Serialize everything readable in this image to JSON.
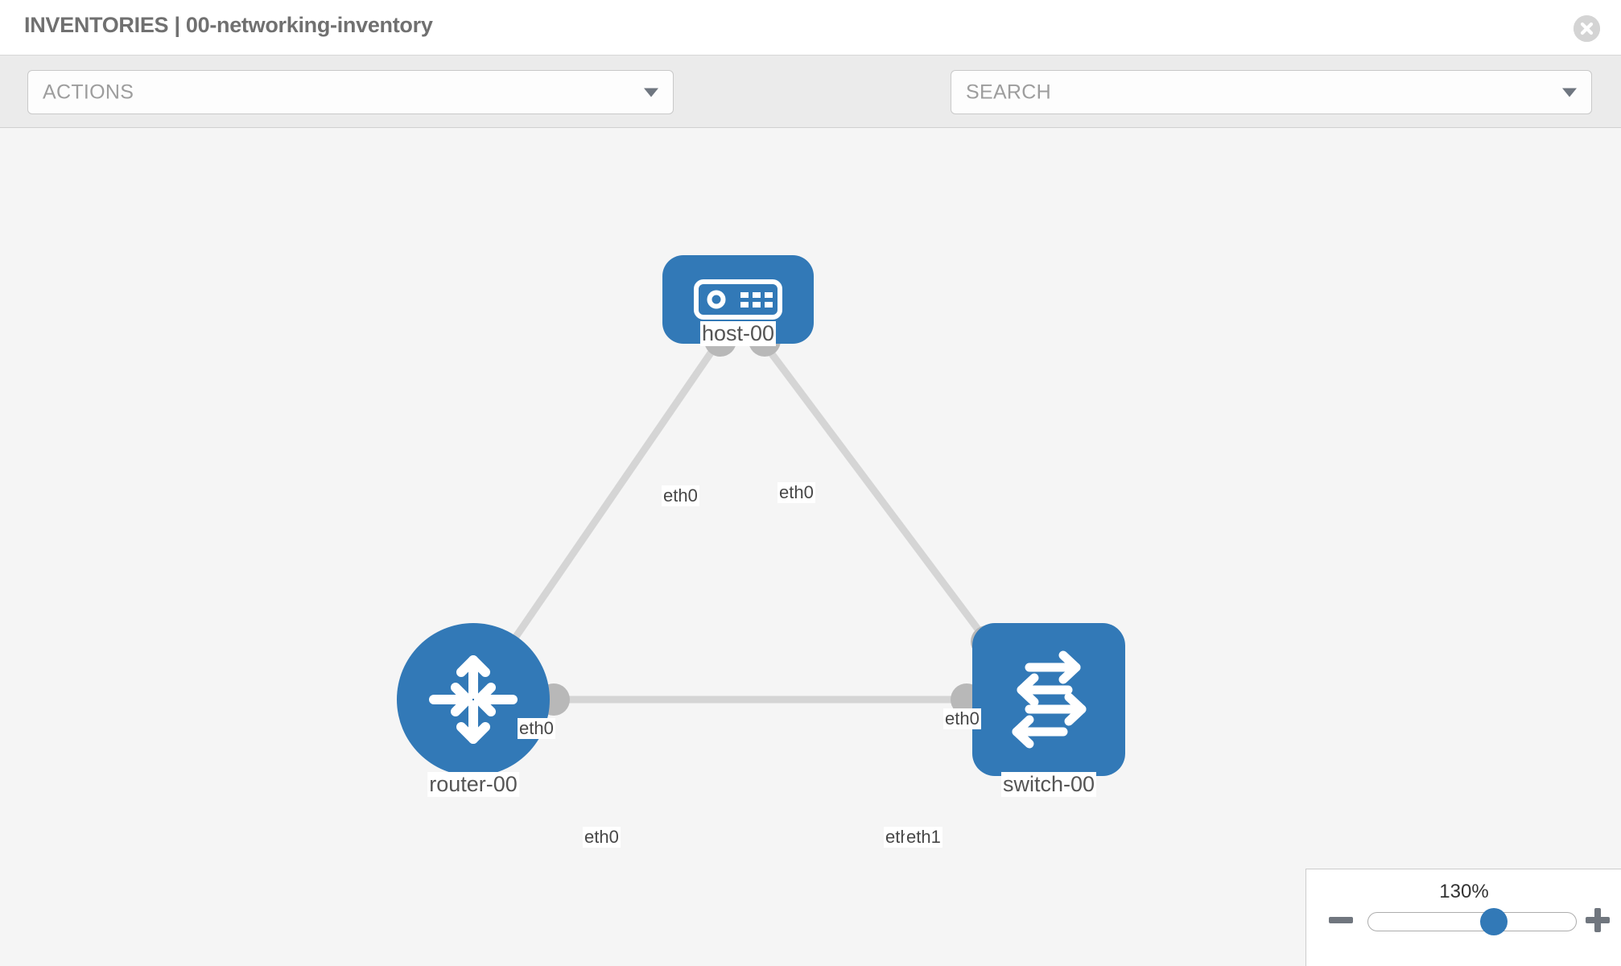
{
  "header": {
    "title": "INVENTORIES | 00-networking-inventory",
    "close_icon": "close-circle-icon"
  },
  "toolbar": {
    "actions": {
      "label": "ACTIONS",
      "caret_icon": "chevron-down-icon"
    },
    "wrench_icon": "wrench-icon",
    "key_icon": "key-icon",
    "search": {
      "placeholder": "SEARCH",
      "value": "SEARCH",
      "caret_icon": "chevron-down-icon"
    }
  },
  "topology": {
    "nodes": [
      {
        "id": "host-00",
        "label": "host-00",
        "type": "host",
        "icon": "server-icon",
        "shape": "rounded-rect",
        "color": "#3279b7"
      },
      {
        "id": "router-00",
        "label": "router-00",
        "type": "router",
        "icon": "router-arrows-icon",
        "shape": "circle",
        "color": "#3279b7"
      },
      {
        "id": "switch-00",
        "label": "switch-00",
        "type": "switch",
        "icon": "switch-arrows-icon",
        "shape": "rounded-square",
        "color": "#3279b7"
      }
    ],
    "links": [
      {
        "from": "host-00",
        "from_iface": "eth0",
        "to": "router-00",
        "to_iface": "eth0"
      },
      {
        "from": "host-00",
        "from_iface": "eth0",
        "to": "switch-00",
        "to_iface": "eth0"
      },
      {
        "from": "router-00",
        "from_iface": "eth0",
        "to": "switch-00",
        "to_iface": "eth1"
      }
    ],
    "interface_labels": {
      "host_left": "eth0",
      "host_right": "eth0",
      "router_up": "eth0",
      "switch_up": "eth0",
      "router_right": "eth0",
      "switch_left_under": "eth0",
      "switch_left": "eth1"
    },
    "link_color": "#d5d5d5",
    "port_color": "#b8b8b8",
    "canvas_background": "#f5f5f5"
  },
  "zoom_control": {
    "level": "130%",
    "minus_label": "minus-icon",
    "plus_label": "plus-icon",
    "slider_percent": 62
  }
}
